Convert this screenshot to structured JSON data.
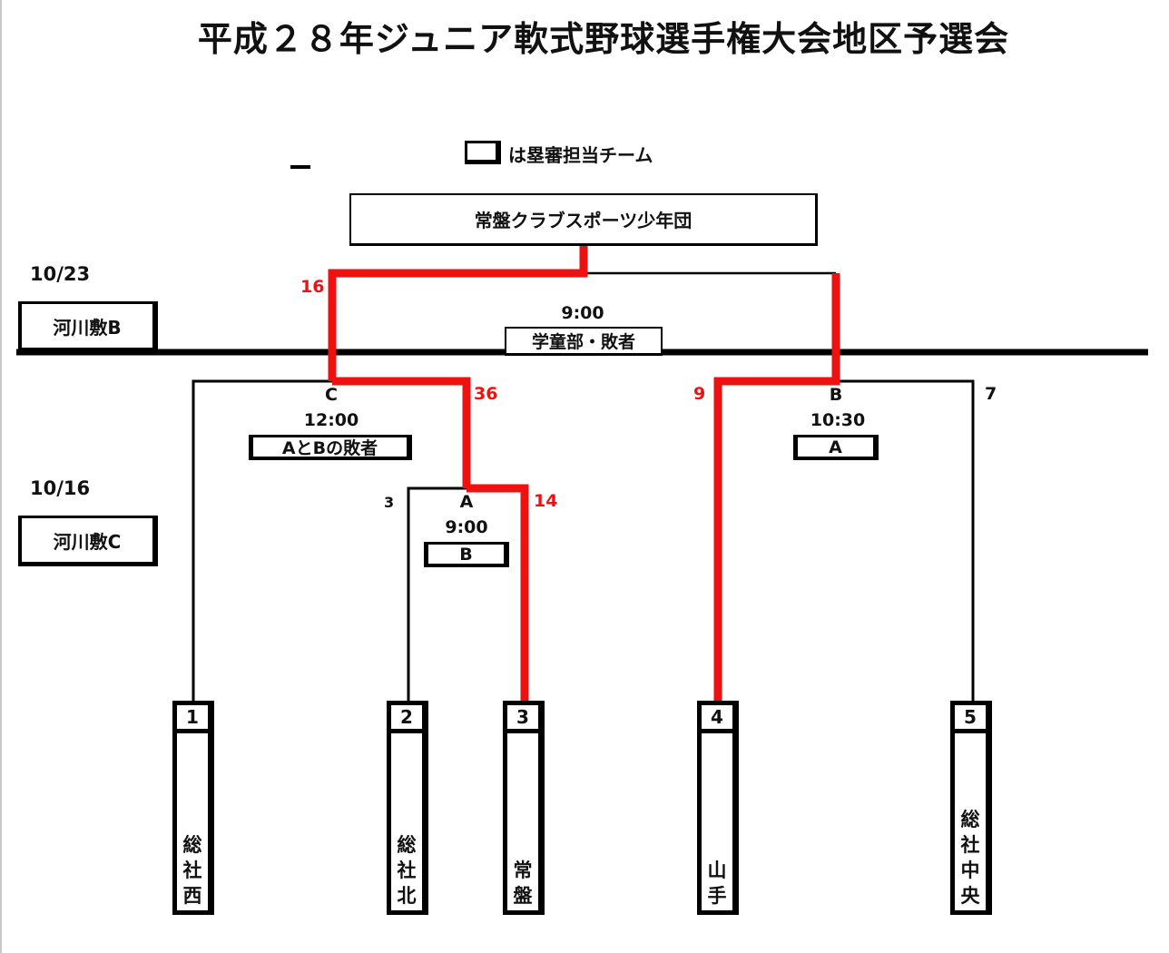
{
  "title": "平成２８年ジュニア軟式野球選手権大会地区予選会",
  "legend": {
    "text": "は塁審担当チーム"
  },
  "champion": {
    "name": "常盤クラブスポーツ少年団"
  },
  "colors": {
    "winner_path": "#ee1111",
    "line": "#000000"
  },
  "rounds": [
    {
      "date": "10/23",
      "venue": "河川敷B"
    },
    {
      "date": "10/16",
      "venue": "河川敷C"
    }
  ],
  "final": {
    "time": "9:00",
    "umpire": "学童部・敗者",
    "left_score": "16"
  },
  "games": [
    {
      "id": "C",
      "time": "12:00",
      "umpire": "AとBの敗者",
      "left_score": "",
      "right_score": "36"
    },
    {
      "id": "B",
      "time": "10:30",
      "umpire": "A",
      "left_score": "9",
      "right_score": "7"
    },
    {
      "id": "A",
      "time": "9:00",
      "umpire": "B",
      "left_score": "3",
      "right_score": "14"
    }
  ],
  "teams": [
    {
      "seed": "1",
      "name": [
        "総",
        "社",
        "西"
      ]
    },
    {
      "seed": "2",
      "name": [
        "総",
        "社",
        "北"
      ]
    },
    {
      "seed": "3",
      "name": [
        "常",
        "盤"
      ]
    },
    {
      "seed": "4",
      "name": [
        "山",
        "手"
      ]
    },
    {
      "seed": "5",
      "name": [
        "総",
        "社",
        "中",
        "央"
      ]
    }
  ]
}
